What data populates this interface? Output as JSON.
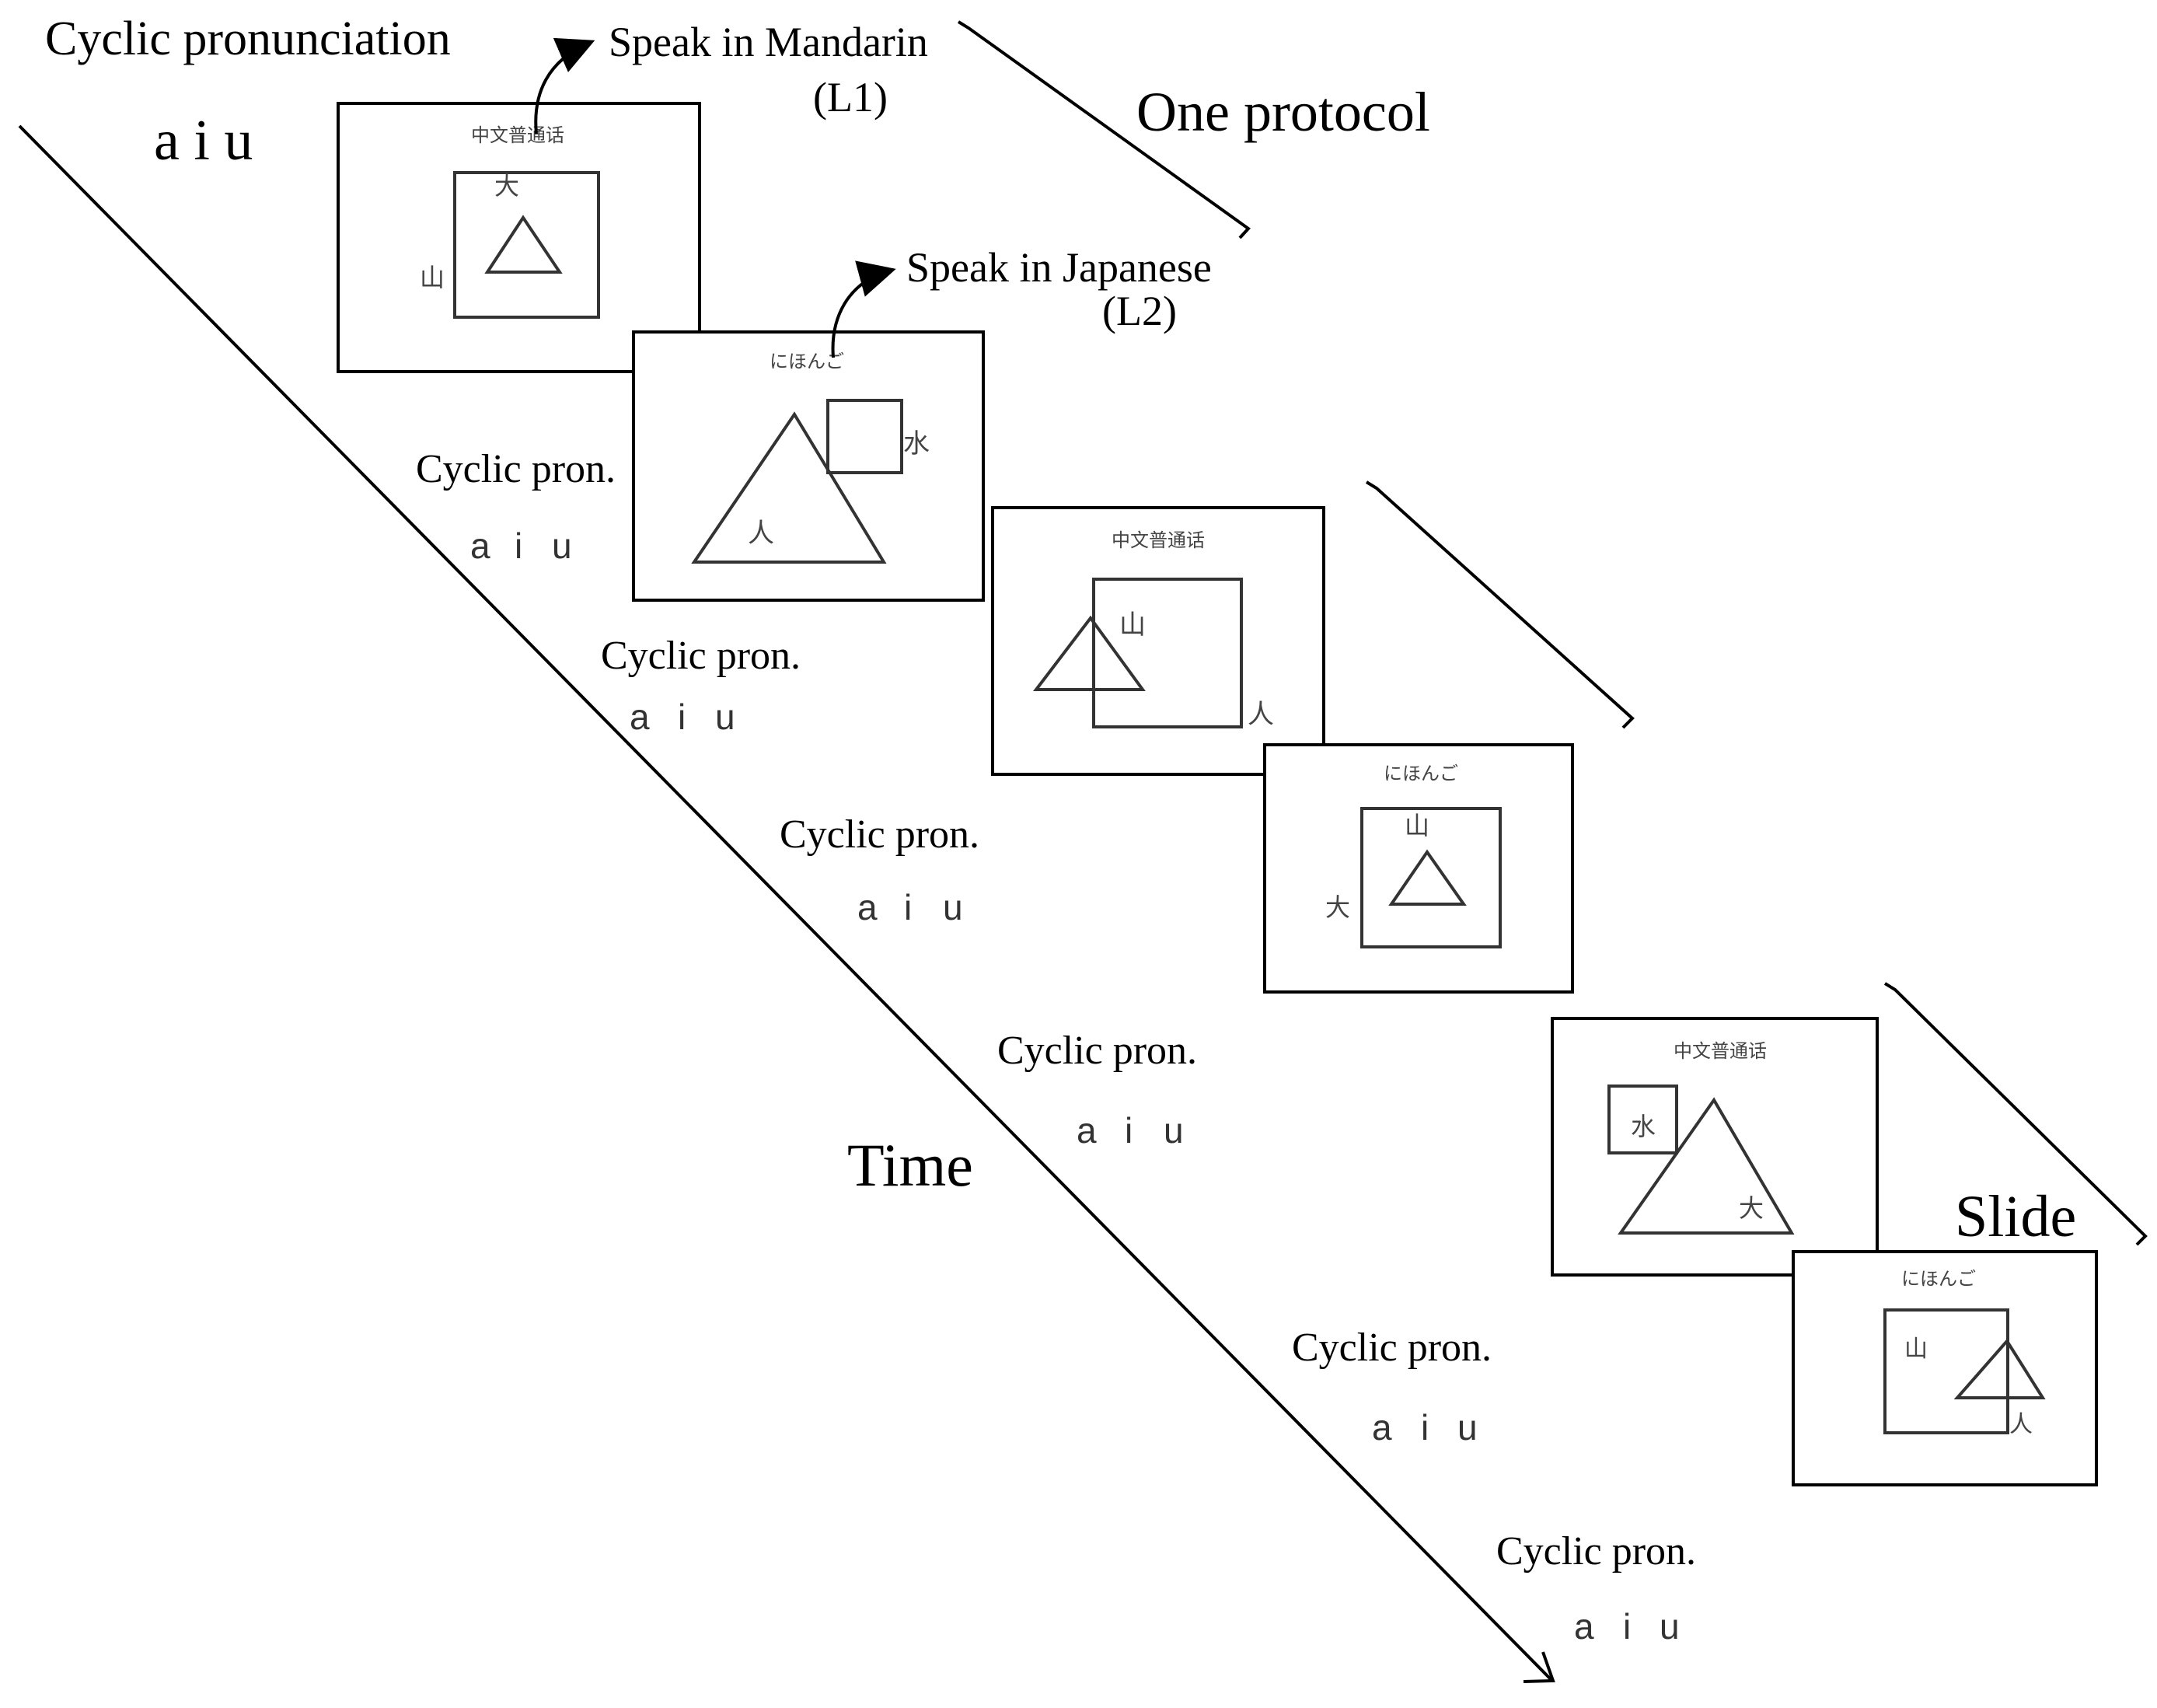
{
  "heading": {
    "title": "Cyclic pronunciation",
    "vowels": "a i u"
  },
  "callouts": {
    "mandarin": "Speak in Mandarin",
    "mandarin_tag": "(L1)",
    "japanese": "Speak in Japanese",
    "japanese_tag": "(L2)"
  },
  "labels": {
    "one_protocol": "One protocol",
    "time": "Time",
    "slide": "Slide"
  },
  "cyclic": {
    "label": "Cyclic pron.",
    "a": "a",
    "i": "i",
    "u": "u",
    "i_color": "#c0392b"
  },
  "slides": [
    {
      "header": "中文普通话",
      "chars": [
        "大",
        "山"
      ]
    },
    {
      "header": "にほんご",
      "chars": [
        "水",
        "人"
      ]
    },
    {
      "header": "中文普通话",
      "chars": [
        "山",
        "人"
      ]
    },
    {
      "header": "にほんご",
      "chars": [
        "山",
        "大"
      ]
    },
    {
      "header": "中文普通话",
      "chars": [
        "水",
        "大"
      ]
    },
    {
      "header": "にほんご",
      "chars": [
        "山",
        "人"
      ]
    }
  ]
}
